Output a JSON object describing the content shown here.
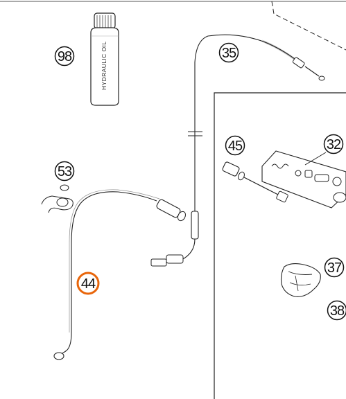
{
  "diagram": {
    "highlight_color": "#e8650a",
    "line_color": "#222222",
    "bottle_label": "HYDRAULIC OIL",
    "callouts": [
      {
        "id": "98",
        "label": "98",
        "highlighted": false
      },
      {
        "id": "35",
        "label": "35",
        "highlighted": false
      },
      {
        "id": "45",
        "label": "45",
        "highlighted": false
      },
      {
        "id": "32",
        "label": "32",
        "highlighted": false
      },
      {
        "id": "53",
        "label": "53",
        "highlighted": false
      },
      {
        "id": "44",
        "label": "44",
        "highlighted": true
      },
      {
        "id": "37",
        "label": "37",
        "highlighted": false
      },
      {
        "id": "38",
        "label": "38",
        "highlighted": false
      }
    ]
  }
}
